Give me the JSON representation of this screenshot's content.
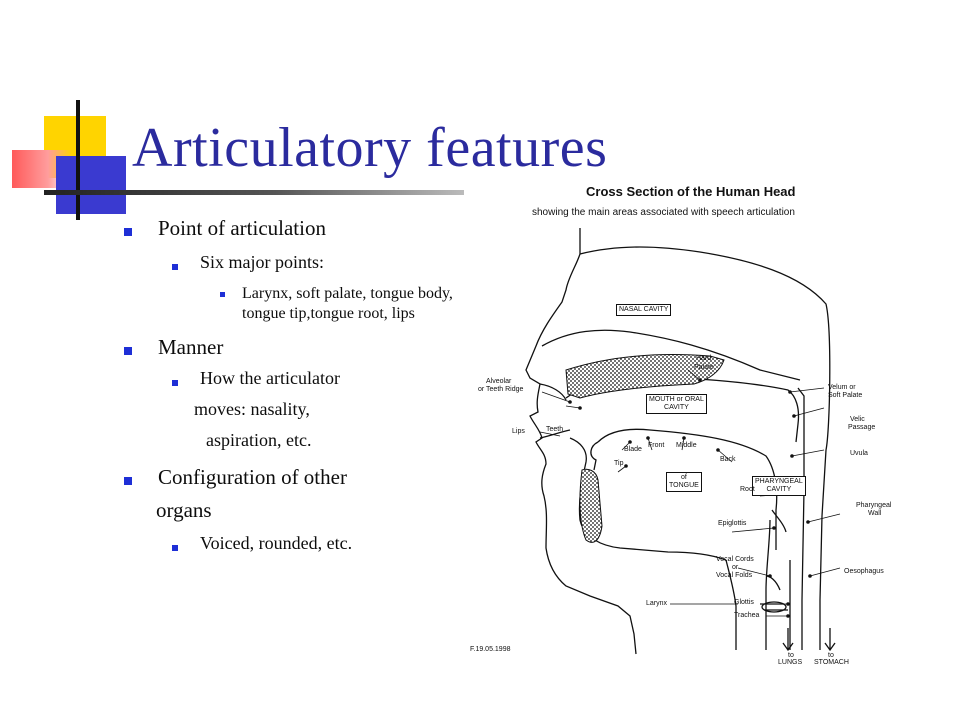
{
  "slide": {
    "title": "Articulatory features",
    "bullets": {
      "point_of_articulation": "Point of articulation",
      "six_major_points": "Six major points:",
      "points_line1": "Larynx, soft palate, tongue body,",
      "points_line2": "tongue tip,tongue root, lips",
      "manner": "Manner",
      "how_line1": "How the articulator",
      "how_line2": "moves: nasality,",
      "how_line3": "aspiration, etc.",
      "configuration_line1": "Configuration of other",
      "configuration_line2": "organs",
      "voiced": "Voiced, rounded, etc."
    }
  },
  "diagram": {
    "title": "Cross Section of the Human Head",
    "subtitle": "showing the main areas associated with speech articulation",
    "boxes": {
      "nasal_cavity": "NASAL CAVITY",
      "mouth_line1": "MOUTH or ORAL",
      "mouth_line2": "CAVITY",
      "tongue_line1": "of",
      "tongue_line2": "TONGUE",
      "pharyngeal_line1": "PHARYNGEAL",
      "pharyngeal_line2": "CAVITY"
    },
    "labels": {
      "hard_palate_1": "Hard",
      "hard_palate_2": "Palate",
      "alveolar_1": "Alveolar",
      "alveolar_2": "or Teeth Ridge",
      "velum_1": "Velum or",
      "velum_2": "Soft Palate",
      "velic_1": "Velic",
      "velic_2": "Passage",
      "lips": "Lips",
      "teeth": "Teeth",
      "blade": "Blade",
      "front": "Front",
      "middle": "Middle",
      "back": "Back",
      "tip": "Tip",
      "uvula": "Uvula",
      "root": "Root",
      "pharyngeal_wall_1": "Pharyngeal",
      "pharyngeal_wall_2": "Wall",
      "epiglottis": "Epiglottis",
      "vocal_1": "Vocal Cords",
      "vocal_2": "or",
      "vocal_3": "Vocal Folds",
      "oesophagus": "Oesophagus",
      "larynx": "Larynx",
      "glottis": "Glottis",
      "trachea": "Trachea",
      "to_lungs_1": "to",
      "to_lungs_2": "LUNGS",
      "to_stomach_1": "to",
      "to_stomach_2": "STOMACH",
      "figure_ref": "F.19.05.1998"
    }
  },
  "colors": {
    "title": "#2b2b9e",
    "bullet": "#1e2fd6",
    "deco_yellow": "#ffd400",
    "deco_blue": "#3a3ad0",
    "deco_red": "#ff5a5a"
  }
}
